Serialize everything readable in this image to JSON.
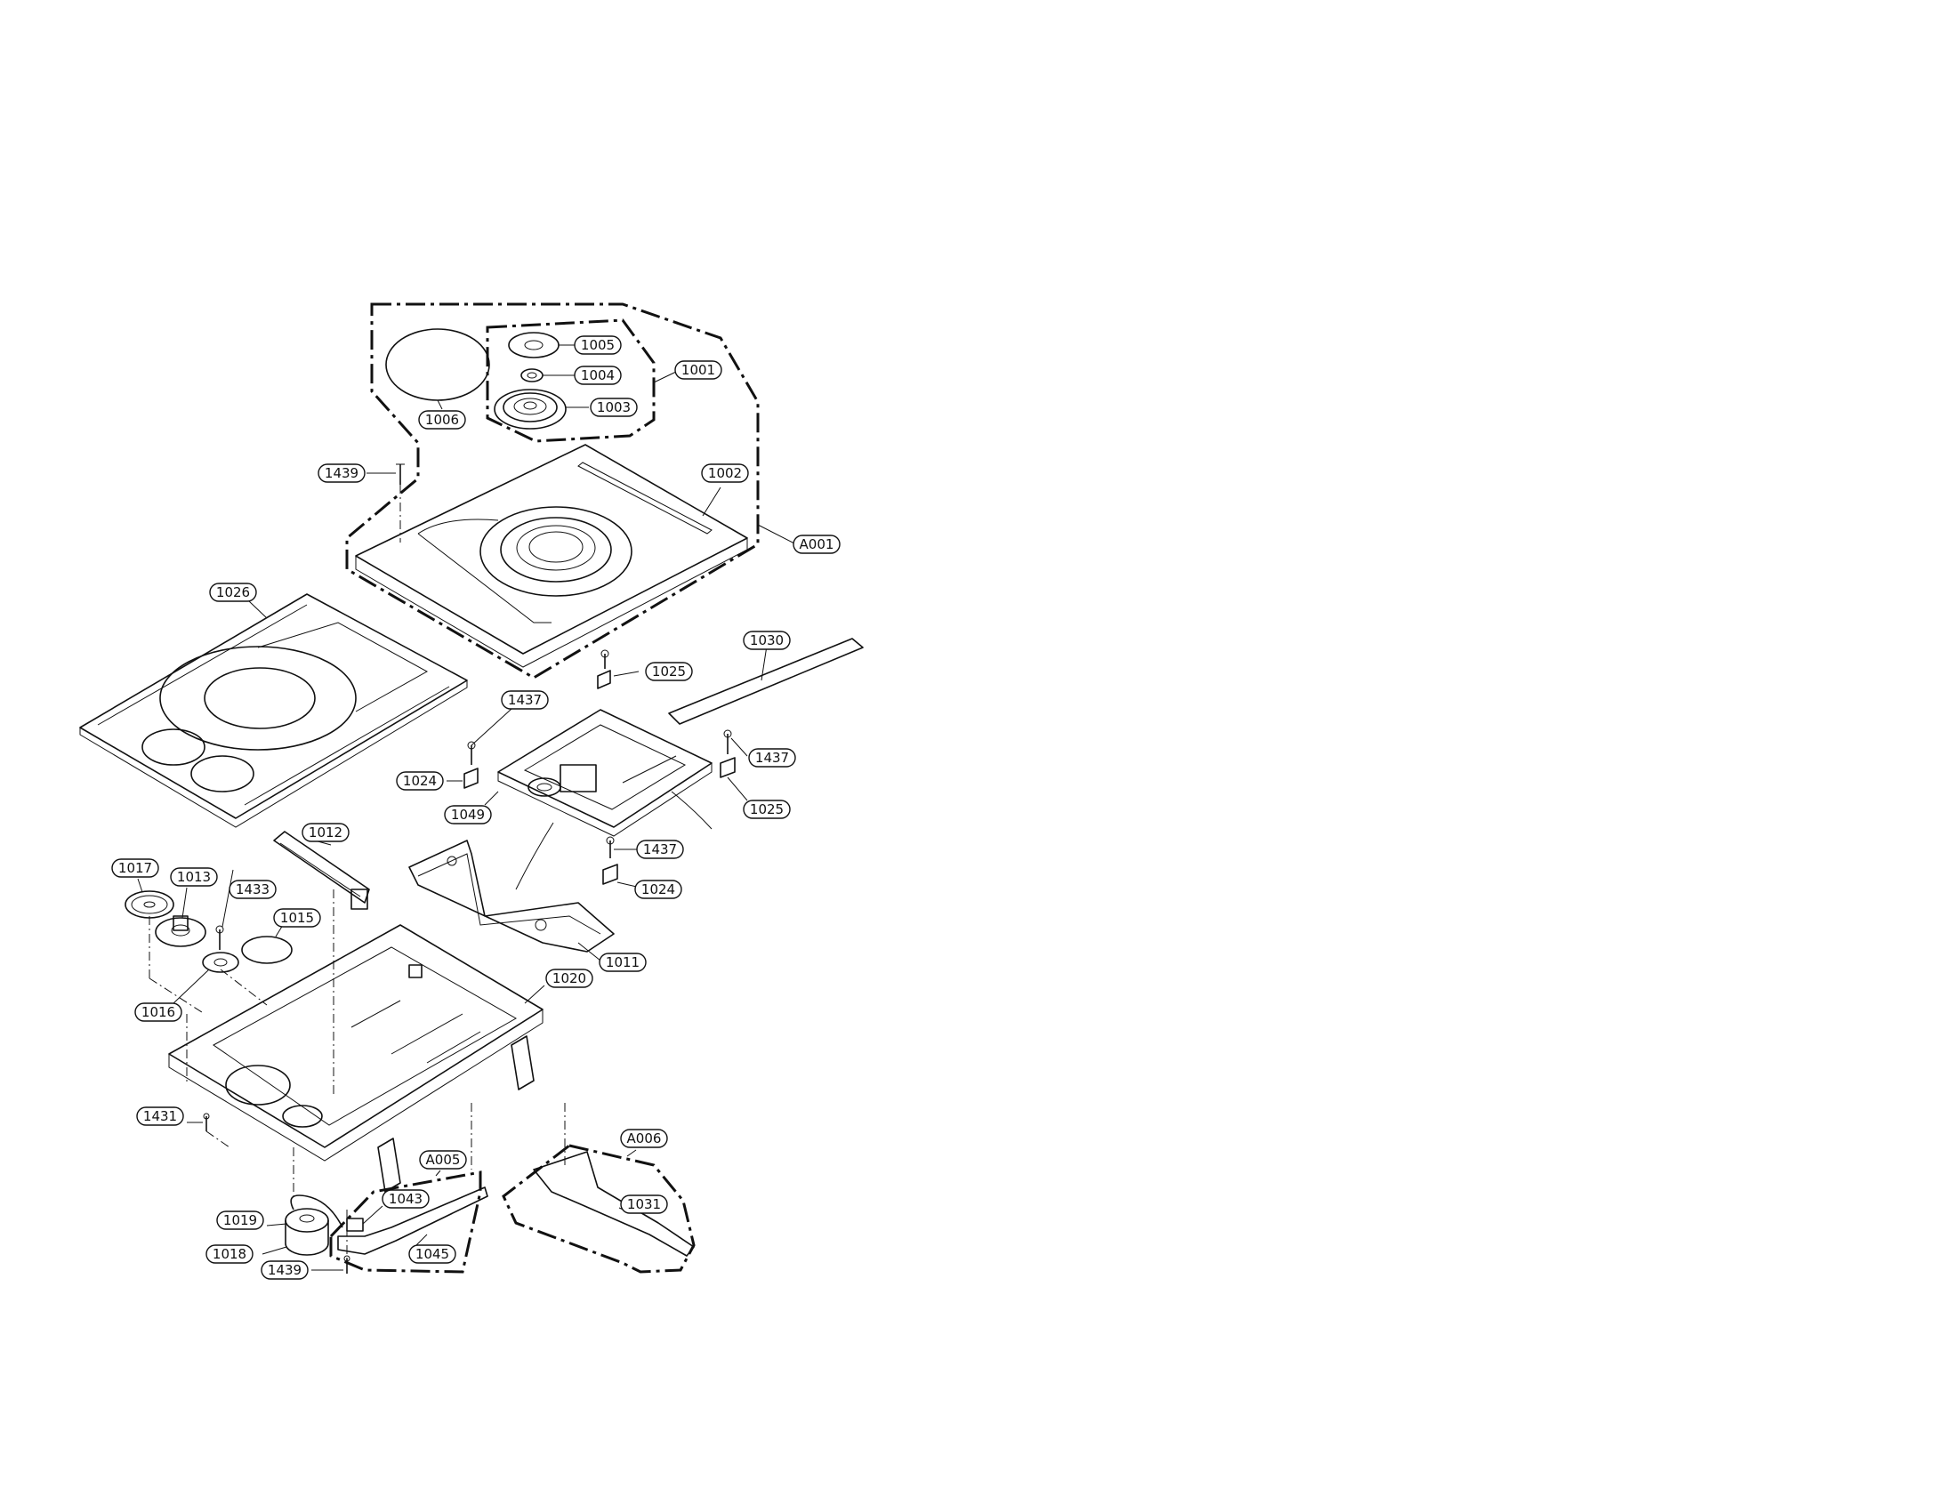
{
  "callouts": [
    {
      "id": "c1005",
      "label": "1005"
    },
    {
      "id": "c1004",
      "label": "1004"
    },
    {
      "id": "c1001",
      "label": "1001"
    },
    {
      "id": "c1003",
      "label": "1003"
    },
    {
      "id": "c1006",
      "label": "1006"
    },
    {
      "id": "c1439a",
      "label": "1439"
    },
    {
      "id": "c1002",
      "label": "1002"
    },
    {
      "id": "cA001",
      "label": "A001"
    },
    {
      "id": "c1026",
      "label": "1026"
    },
    {
      "id": "c1030",
      "label": "1030"
    },
    {
      "id": "c1025a",
      "label": "1025"
    },
    {
      "id": "c1437a",
      "label": "1437"
    },
    {
      "id": "c1437b",
      "label": "1437"
    },
    {
      "id": "c1024a",
      "label": "1024"
    },
    {
      "id": "c1025b",
      "label": "1025"
    },
    {
      "id": "c1049",
      "label": "1049"
    },
    {
      "id": "c1012",
      "label": "1012"
    },
    {
      "id": "c1437c",
      "label": "1437"
    },
    {
      "id": "c1017",
      "label": "1017"
    },
    {
      "id": "c1013",
      "label": "1013"
    },
    {
      "id": "c1024b",
      "label": "1024"
    },
    {
      "id": "c1433",
      "label": "1433"
    },
    {
      "id": "c1015",
      "label": "1015"
    },
    {
      "id": "c1011",
      "label": "1011"
    },
    {
      "id": "c1020",
      "label": "1020"
    },
    {
      "id": "c1016",
      "label": "1016"
    },
    {
      "id": "c1431",
      "label": "1431"
    },
    {
      "id": "cA006",
      "label": "A006"
    },
    {
      "id": "cA005",
      "label": "A005"
    },
    {
      "id": "c1043",
      "label": "1043"
    },
    {
      "id": "c1031",
      "label": "1031"
    },
    {
      "id": "c1019",
      "label": "1019"
    },
    {
      "id": "c1045",
      "label": "1045"
    },
    {
      "id": "c1018",
      "label": "1018"
    },
    {
      "id": "c1439b",
      "label": "1439"
    }
  ]
}
